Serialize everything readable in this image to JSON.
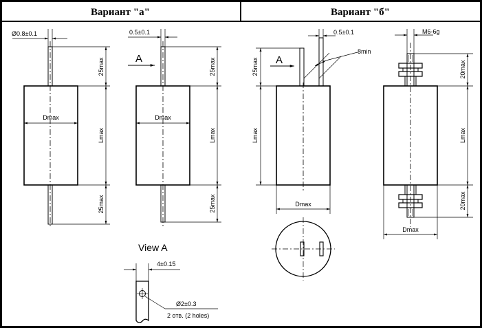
{
  "header": {
    "variant_a": "Вариант \"а\"",
    "variant_b": "Вариант \"б\""
  },
  "labels": {
    "arrow_a1": "A",
    "arrow_a2": "A",
    "view_a": "View A"
  },
  "dimensions": {
    "lead_diameter": "Ø0.8±0.1",
    "lead_thickness_a": "0.5±0.1",
    "lead_thickness_b": "0.5±0.1",
    "lead_spacing_b": "8min",
    "thread": "M6-6g",
    "lead_length_1": "25max",
    "lead_length_2": "25max",
    "lead_length_3": "25max",
    "lead_length_4": "25max",
    "lead_length_5": "25max",
    "stud_length_top": "20max",
    "stud_length_bottom": "20max",
    "body_diameter_1": "Dmax",
    "body_diameter_2": "Dmax",
    "body_diameter_3": "Dmax",
    "body_diameter_4": "Dmax",
    "body_length_1": "Lmax",
    "body_length_2": "Lmax",
    "body_length_3": "Lmax",
    "body_length_4": "Lmax",
    "tab_width": "4±0.15",
    "hole_diameter": "Ø2±0.3",
    "hole_count": "2 отв. (2 holes)"
  },
  "colors": {
    "frame": "#000000",
    "background": "#ffffff",
    "drawing": "#000000"
  }
}
